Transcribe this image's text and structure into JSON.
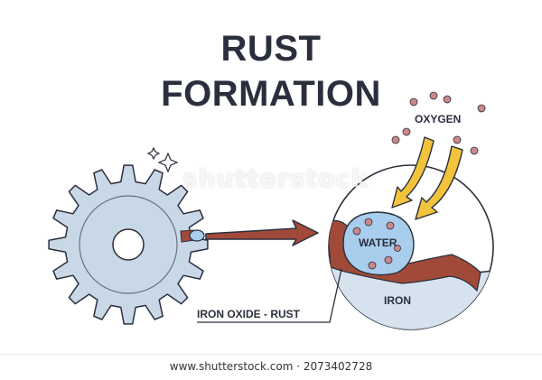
{
  "title": {
    "line1": "RUST",
    "line2": "FORMATION"
  },
  "labels": {
    "oxygen": "OXYGEN",
    "water": "WATER",
    "iron": "IRON",
    "iron_oxide": "IRON OXIDE - RUST"
  },
  "watermark": "shutterstock",
  "footer": "www.shutterstock.com · 2073402728",
  "colors": {
    "outline": "#2b2f3d",
    "gear": "#c9d8e6",
    "water": "#a9cdec",
    "rust": "#a24a3a",
    "arrow_yellow": "#f2c43c",
    "oxygen_dot": "#c9888a",
    "iron_fill": "#d6e3ee"
  },
  "icons": [
    "gear-icon",
    "sparkle-icon",
    "oxygen-molecule-icon",
    "arrow-icon"
  ]
}
